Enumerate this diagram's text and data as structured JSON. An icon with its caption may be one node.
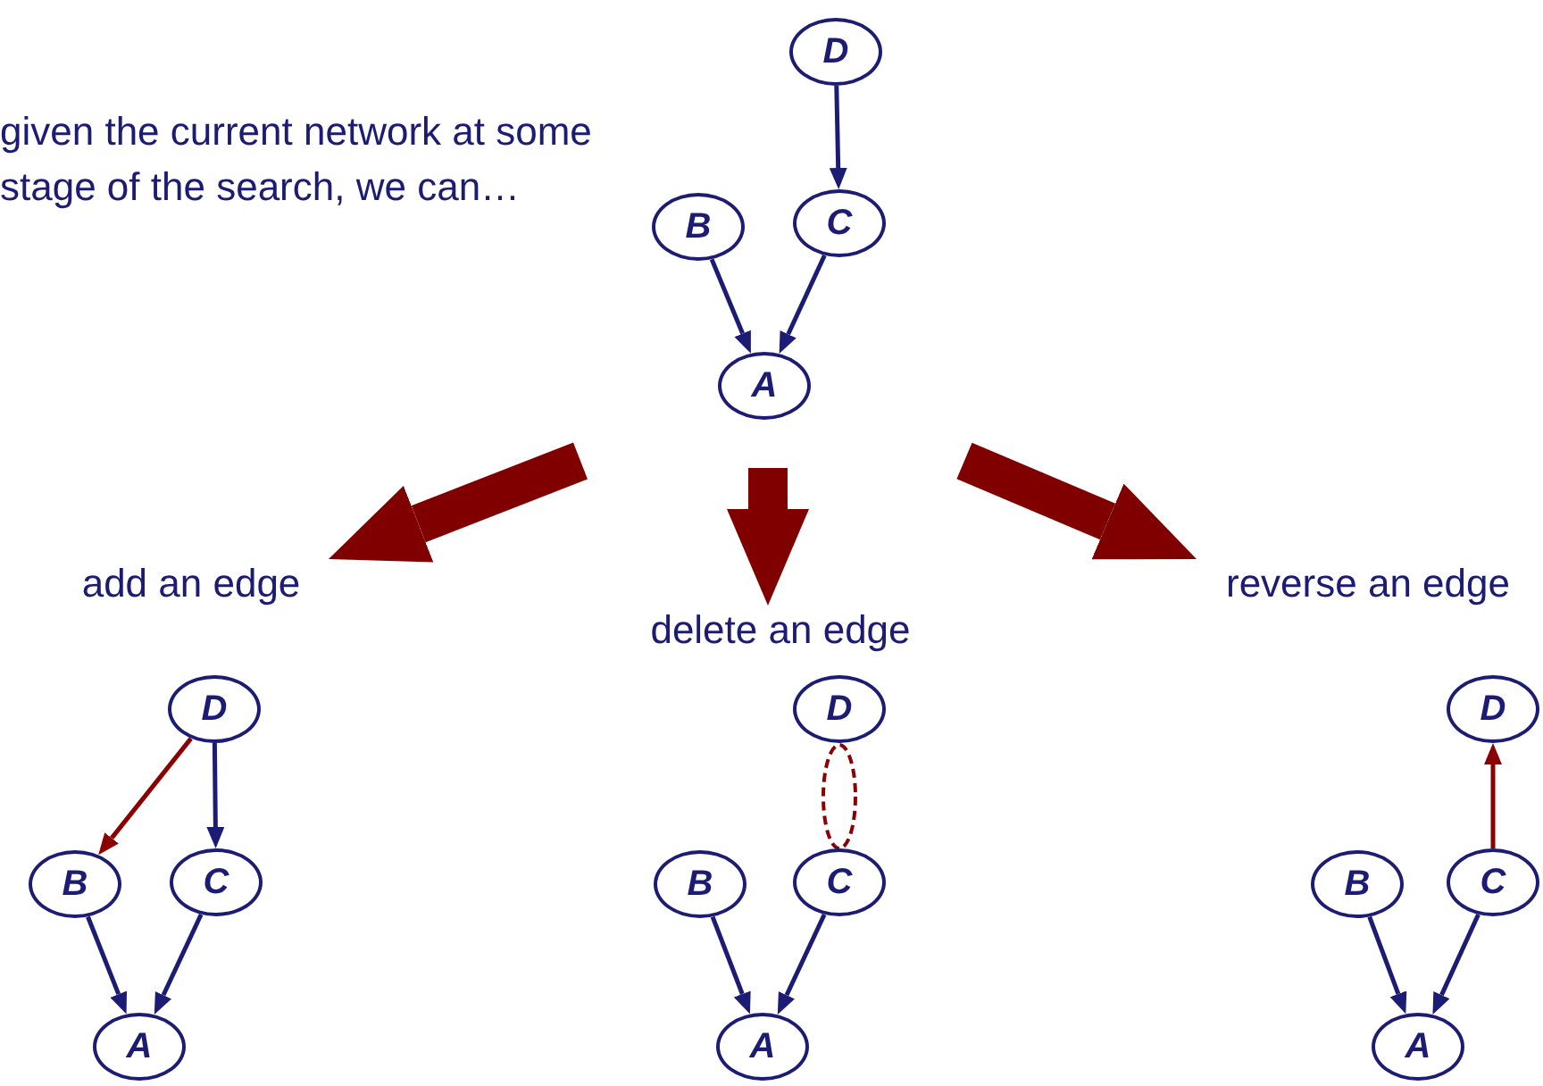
{
  "diagram": {
    "nodes": [
      {
        "text": [
          "D"
        ]
      },
      {
        "text": [
          "B"
        ]
      },
      {
        "text": [
          "C"
        ]
      },
      {
        "text": [
          "A"
        ]
      },
      {
        "text": [
          "add an edge"
        ]
      },
      {
        "text": [
          "delete an edge"
        ]
      },
      {
        "text": [
          "reverse an edge"
        ]
      },
      {
        "text": [
          "D"
        ]
      },
      {
        "text": [
          "B"
        ]
      },
      {
        "text": [
          "C"
        ]
      },
      {
        "text": [
          "A"
        ]
      },
      {
        "text": [
          "D"
        ]
      },
      {
        "text": [
          "B"
        ]
      },
      {
        "text": [
          "C"
        ]
      },
      {
        "text": [
          "A"
        ]
      },
      {
        "text": [
          "D"
        ]
      },
      {
        "text": [
          "B"
        ]
      },
      {
        "text": [
          "C"
        ]
      },
      {
        "text": [
          "A"
        ]
      }
    ],
    "edges": [
      {
        "from": 0,
        "to": 2,
        "arrow": "to"
      },
      {
        "from": 1,
        "to": 3,
        "arrow": "to"
      },
      {
        "from": 2,
        "to": 3,
        "arrow": "to"
      },
      {
        "from": null,
        "to": 4,
        "arrow": "to",
        "style": "thick",
        "color": "#800000"
      },
      {
        "from": null,
        "to": 5,
        "arrow": "to",
        "style": "thick",
        "color": "#800000"
      },
      {
        "from": null,
        "to": 6,
        "arrow": "to",
        "style": "thick",
        "color": "#800000"
      },
      {
        "from": 7,
        "to": 8,
        "arrow": "to",
        "color": "#8b0000"
      },
      {
        "from": 7,
        "to": 9,
        "arrow": "to"
      },
      {
        "from": 8,
        "to": 10,
        "arrow": "to"
      },
      {
        "from": 9,
        "to": 10,
        "arrow": "to"
      },
      {
        "from": 12,
        "to": 14,
        "arrow": "to"
      },
      {
        "from": 13,
        "to": 14,
        "arrow": "to"
      },
      {
        "from": 17,
        "to": 15,
        "arrow": "to",
        "color": "#8b0000"
      },
      {
        "from": 16,
        "to": 18,
        "arrow": "to"
      },
      {
        "from": 17,
        "to": 18,
        "arrow": "to"
      }
    ],
    "labels": [
      "given the current network at some stage of the search, we can…"
    ]
  }
}
